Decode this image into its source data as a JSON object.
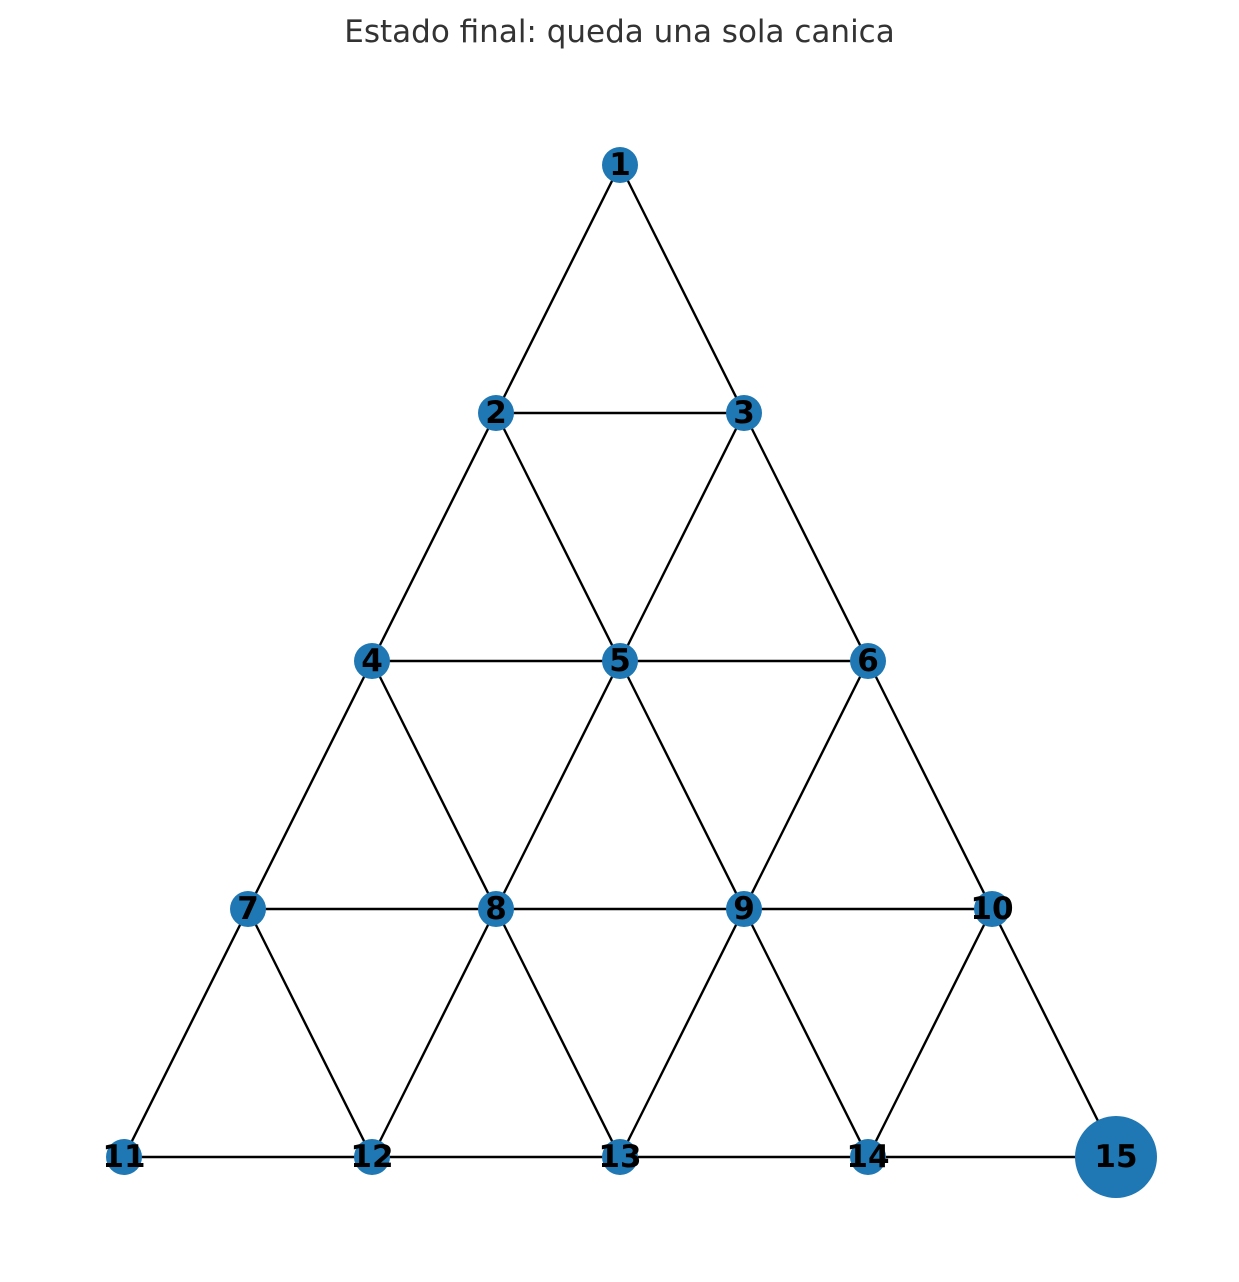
{
  "title": "Estado final: queda una sola canica",
  "colors": {
    "node": "#1f77b4",
    "edge": "#000000",
    "label": "#000000",
    "title": "#333333"
  },
  "board": {
    "rows": 5,
    "nodes": [
      {
        "id": "1",
        "label": "1",
        "occupied": false
      },
      {
        "id": "2",
        "label": "2",
        "occupied": false
      },
      {
        "id": "3",
        "label": "3",
        "occupied": false
      },
      {
        "id": "4",
        "label": "4",
        "occupied": false
      },
      {
        "id": "5",
        "label": "5",
        "occupied": false
      },
      {
        "id": "6",
        "label": "6",
        "occupied": false
      },
      {
        "id": "7",
        "label": "7",
        "occupied": false
      },
      {
        "id": "8",
        "label": "8",
        "occupied": false
      },
      {
        "id": "9",
        "label": "9",
        "occupied": false
      },
      {
        "id": "10",
        "label": "10",
        "occupied": false
      },
      {
        "id": "11",
        "label": "11",
        "occupied": false
      },
      {
        "id": "12",
        "label": "12",
        "occupied": false
      },
      {
        "id": "13",
        "label": "13",
        "occupied": false
      },
      {
        "id": "14",
        "label": "14",
        "occupied": false
      },
      {
        "id": "15",
        "label": "15",
        "occupied": true
      }
    ],
    "edges": [
      [
        "1",
        "2"
      ],
      [
        "1",
        "3"
      ],
      [
        "2",
        "3"
      ],
      [
        "2",
        "4"
      ],
      [
        "2",
        "5"
      ],
      [
        "3",
        "5"
      ],
      [
        "3",
        "6"
      ],
      [
        "4",
        "5"
      ],
      [
        "5",
        "6"
      ],
      [
        "4",
        "7"
      ],
      [
        "4",
        "8"
      ],
      [
        "5",
        "8"
      ],
      [
        "5",
        "9"
      ],
      [
        "6",
        "9"
      ],
      [
        "6",
        "10"
      ],
      [
        "7",
        "8"
      ],
      [
        "8",
        "9"
      ],
      [
        "9",
        "10"
      ],
      [
        "7",
        "11"
      ],
      [
        "7",
        "12"
      ],
      [
        "8",
        "12"
      ],
      [
        "8",
        "13"
      ],
      [
        "9",
        "13"
      ],
      [
        "9",
        "14"
      ],
      [
        "10",
        "14"
      ],
      [
        "10",
        "15"
      ],
      [
        "11",
        "12"
      ],
      [
        "12",
        "13"
      ],
      [
        "13",
        "14"
      ],
      [
        "14",
        "15"
      ]
    ]
  }
}
